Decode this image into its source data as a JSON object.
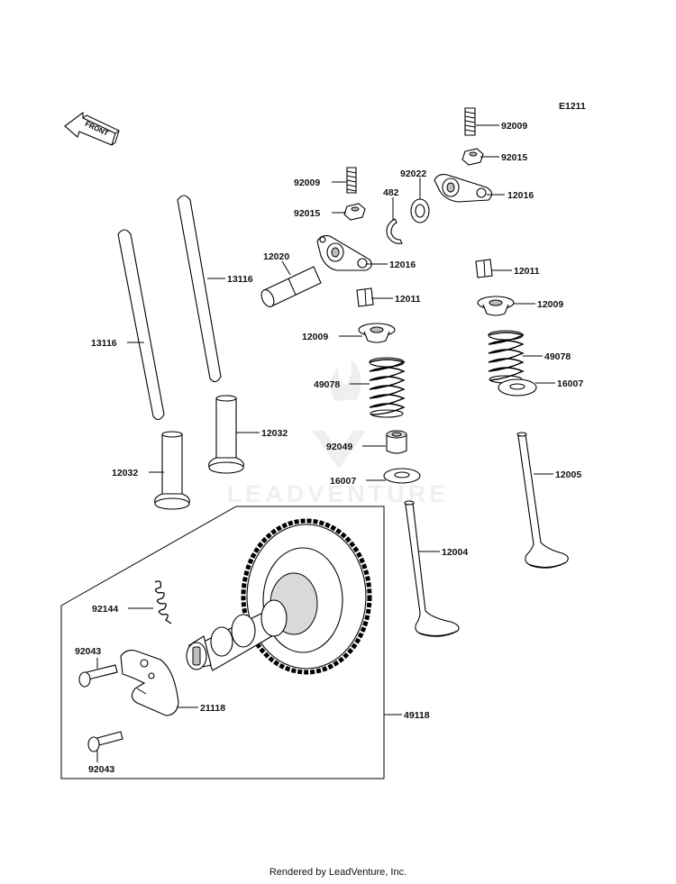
{
  "diagram_code": "E1211",
  "front_arrow": {
    "label": "FRONT"
  },
  "watermark": {
    "text": "LEADVENTURE"
  },
  "footer": {
    "text": "Rendered by LeadVenture, Inc."
  },
  "labels": {
    "rocker_nut_right": "92009",
    "nut_right": "92015",
    "washer_right": "92022",
    "rocker_right": "12016",
    "stud_left": "92009",
    "nut_left": "92015",
    "circlip": "482",
    "rocker_left": "12016",
    "rocker_shaft": "12020",
    "pushrod_long": "13116",
    "pushrod_short": "13116",
    "keeper_left": "12011",
    "retainer_left": "12009",
    "spring_left": "49078",
    "seal_left": "92049",
    "seat_left": "16007",
    "keeper_right": "12011",
    "retainer_right": "12009",
    "spring_right": "49078",
    "seat_right": "16007",
    "valve_exhaust": "12005",
    "valve_intake": "12004",
    "tappet_right": "12032",
    "tappet_left": "12032",
    "cam_spring": "92144",
    "bolt_top": "92043",
    "weight": "21118",
    "bolt_bottom": "92043",
    "camshaft_assy": "49118"
  }
}
